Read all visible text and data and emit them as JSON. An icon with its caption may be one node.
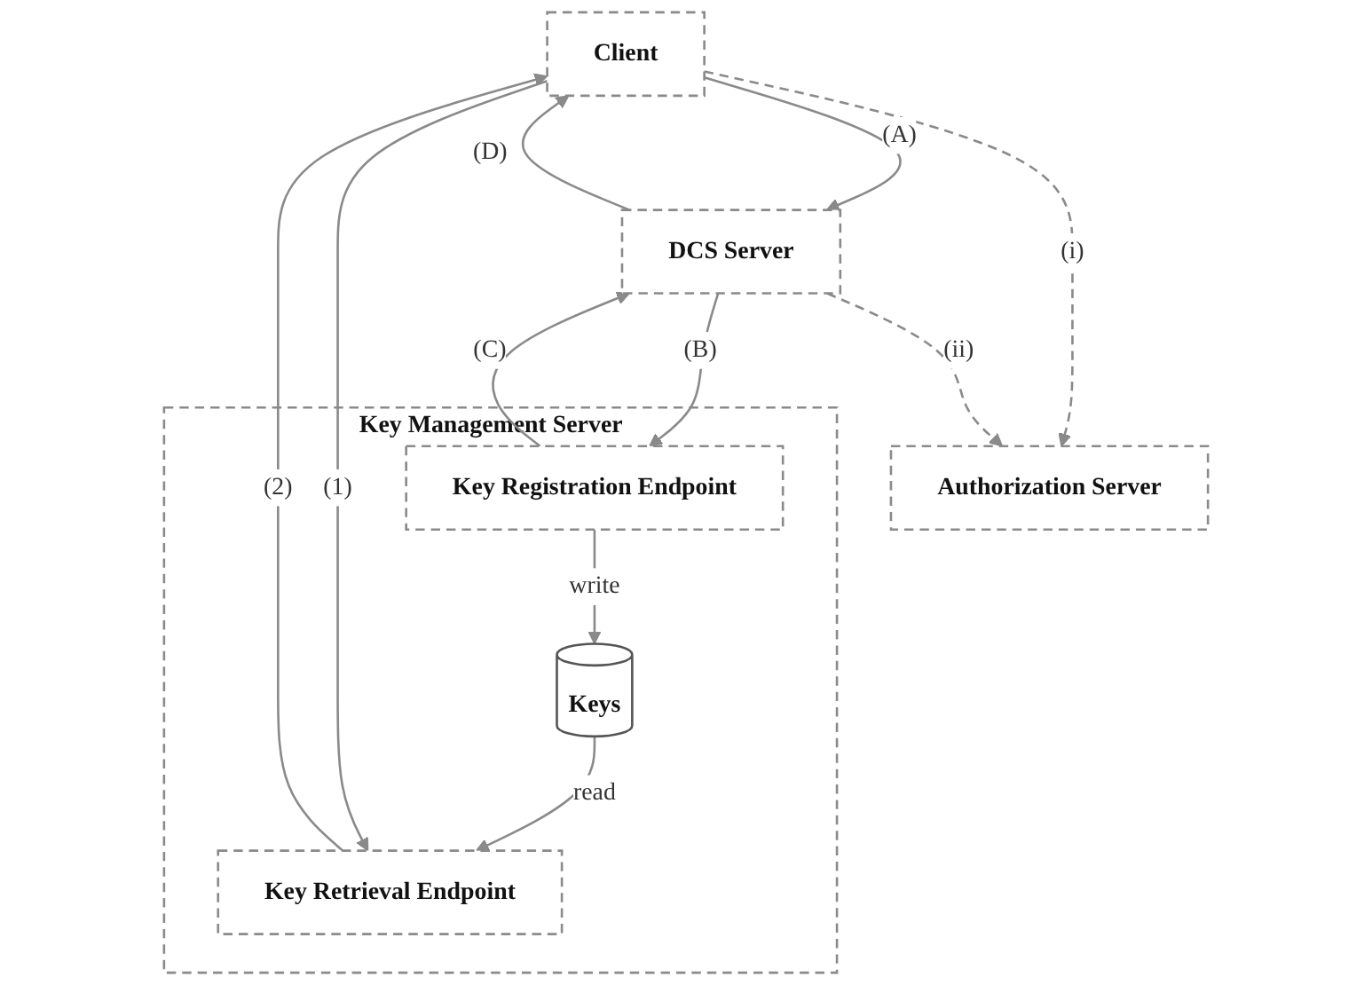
{
  "diagram": {
    "nodes": [
      {
        "text": [
          "Authorization Server"
        ]
      },
      {
        "text": [
          "Client"
        ]
      },
      {
        "text": [
          "DCS Server"
        ]
      },
      {
        "text": [
          "Key Management Server"
        ]
      },
      {
        "text": [
          "Key Registration Endpoint"
        ],
        "in": 3
      },
      {
        "text": [
          "Keys"
        ],
        "in": 3
      },
      {
        "text": [
          "Key Retrieval Endpoint"
        ],
        "in": 3
      }
    ],
    "edges": [
      {
        "from": 1,
        "to": 0,
        "arrow": "to",
        "label": "(i)",
        "style": "dashed"
      },
      {
        "from": 2,
        "to": 0,
        "arrow": "to",
        "label": "(ii)",
        "style": "dashed"
      },
      {
        "from": 1,
        "to": 2,
        "arrow": "to",
        "label": "(A)"
      },
      {
        "from": 2,
        "to": 4,
        "arrow": "to",
        "label": "(B)"
      },
      {
        "from": 4,
        "to": 2,
        "arrow": "to",
        "label": "(C)"
      },
      {
        "from": 2,
        "to": 1,
        "arrow": "to",
        "label": "(D)"
      },
      {
        "from": 4,
        "to": 5,
        "arrow": "to",
        "label": "write"
      },
      {
        "from": 5,
        "to": 6,
        "arrow": "to",
        "label": "read"
      },
      {
        "from": 1,
        "to": 6,
        "arrow": "to",
        "label": "(1)"
      },
      {
        "from": 6,
        "to": 1,
        "arrow": "to",
        "label": "(2)"
      }
    ]
  }
}
